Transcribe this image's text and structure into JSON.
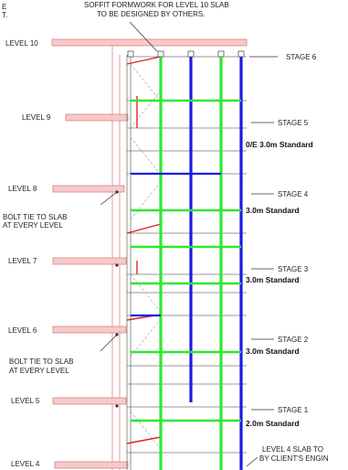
{
  "notes": {
    "top_left_1": "E",
    "top_left_2": "T.",
    "soffit_1": "SOFFIT FORMWORK FOR LEVEL 10 SLAB",
    "soffit_2": "TO BE DESIGNED BY OTHERS.",
    "bolt_upper_1": "BOLT TIE TO SLAB",
    "bolt_upper_2": "AT EVERY LEVEL",
    "bolt_lower_1": "BOLT TIE TO SLAB",
    "bolt_lower_2": "AT EVERY LEVEL",
    "client_1": "LEVEL 4 SLAB TO",
    "client_2": "BY CLIENT'S ENGIN"
  },
  "levels": [
    {
      "label": "LEVEL 10"
    },
    {
      "label": "LEVEL 9"
    },
    {
      "label": "LEVEL 8"
    },
    {
      "label": "LEVEL 7"
    },
    {
      "label": "LEVEL 6"
    },
    {
      "label": "LEVEL 5"
    },
    {
      "label": "LEVEL 4"
    }
  ],
  "stages": [
    {
      "label": "STAGE 6",
      "standard": ""
    },
    {
      "label": "STAGE 5",
      "standard": "0/E 3.0m Standard"
    },
    {
      "label": "STAGE 4",
      "standard": "3.0m Standard"
    },
    {
      "label": "STAGE 3",
      "standard": "3.0m Standard"
    },
    {
      "label": "STAGE 2",
      "standard": "3.0m Standard"
    },
    {
      "label": "STAGE 1",
      "standard": "2.0m Standard"
    }
  ],
  "colors": {
    "green_members": "#2ee82e",
    "blue_members": "#1a1ae6",
    "red_members": "#e22222",
    "slab_outline": "#e08080",
    "slab_hatch": "#f3b5b5",
    "linework": "#666666"
  }
}
